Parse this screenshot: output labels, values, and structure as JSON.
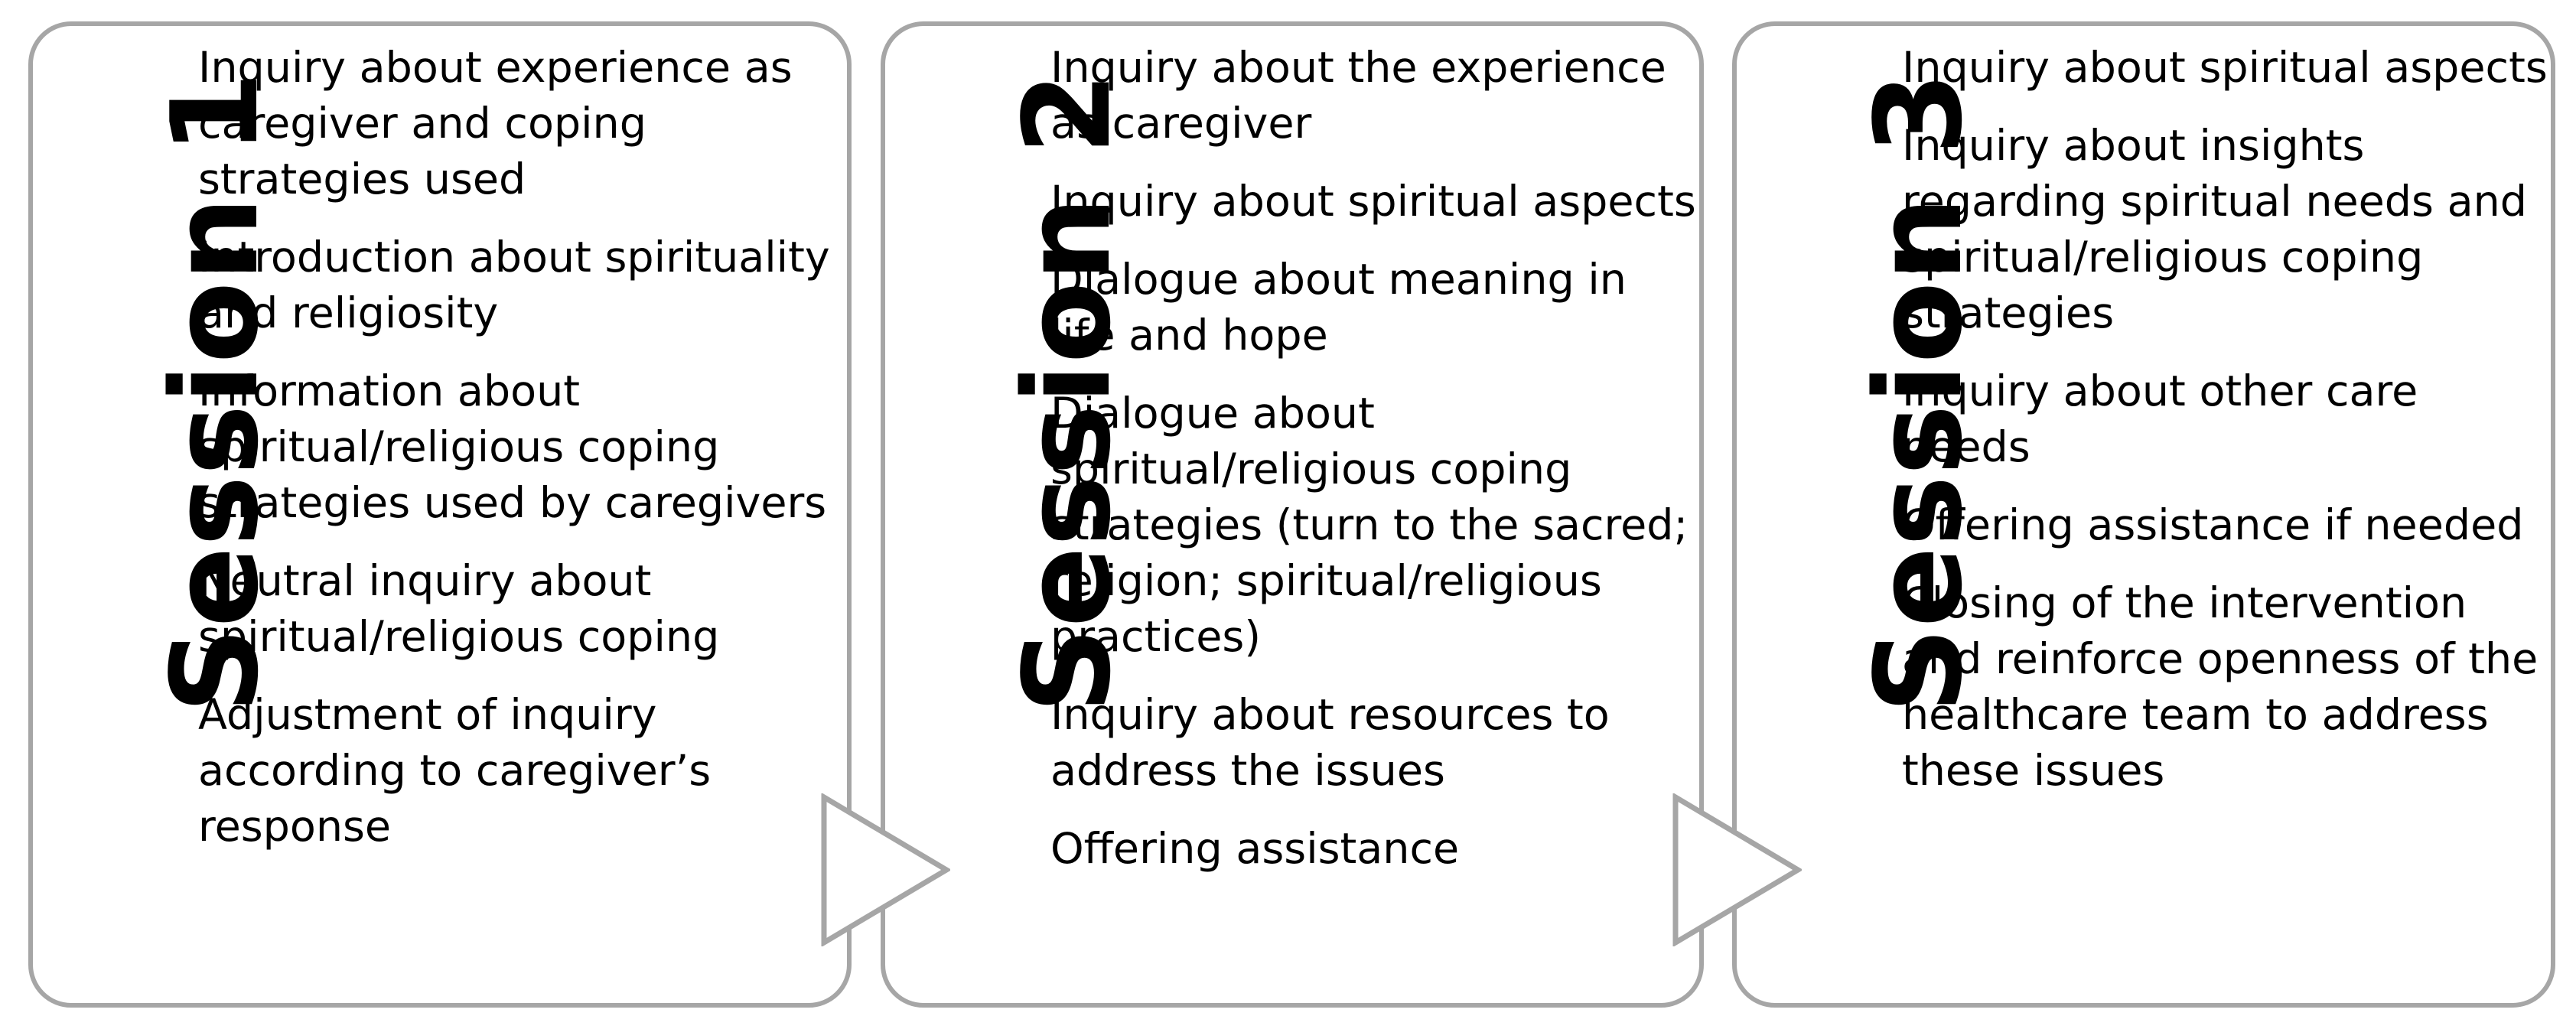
{
  "sessions": [
    {
      "title": "Session 1",
      "items": [
        "Inquiry about experience as caregiver and coping strategies used",
        "Introduction about spirituality and religiosity",
        "Information about spiritual/religious coping strategies used by caregivers",
        "Neutral inquiry about spiritual/religious coping",
        "Adjustment of inquiry according to caregiver’s response"
      ]
    },
    {
      "title": "Session 2",
      "items": [
        "Inquiry about the experience as caregiver",
        "Inquiry about spiritual aspects",
        "Dialogue about meaning in life and hope",
        "Dialogue about spiritual/religious coping strategies (turn to the sacred; religion; spiritual/religious practices)",
        "Inquiry about resources to address the issues",
        "Offering assistance"
      ]
    },
    {
      "title": "Session 3",
      "items": [
        "Inquiry about spiritual aspects",
        "Inquiry about insights regarding spiritual needs and spiritual/religious coping strategies",
        "Inquiry about other care needs",
        "Offering assistance if needed",
        "Closing of the intervention and reinforce openness of the healthcare team to address these issues"
      ]
    }
  ],
  "colors": {
    "border": "#a6a6a6",
    "text": "#000000",
    "background": "#ffffff"
  }
}
